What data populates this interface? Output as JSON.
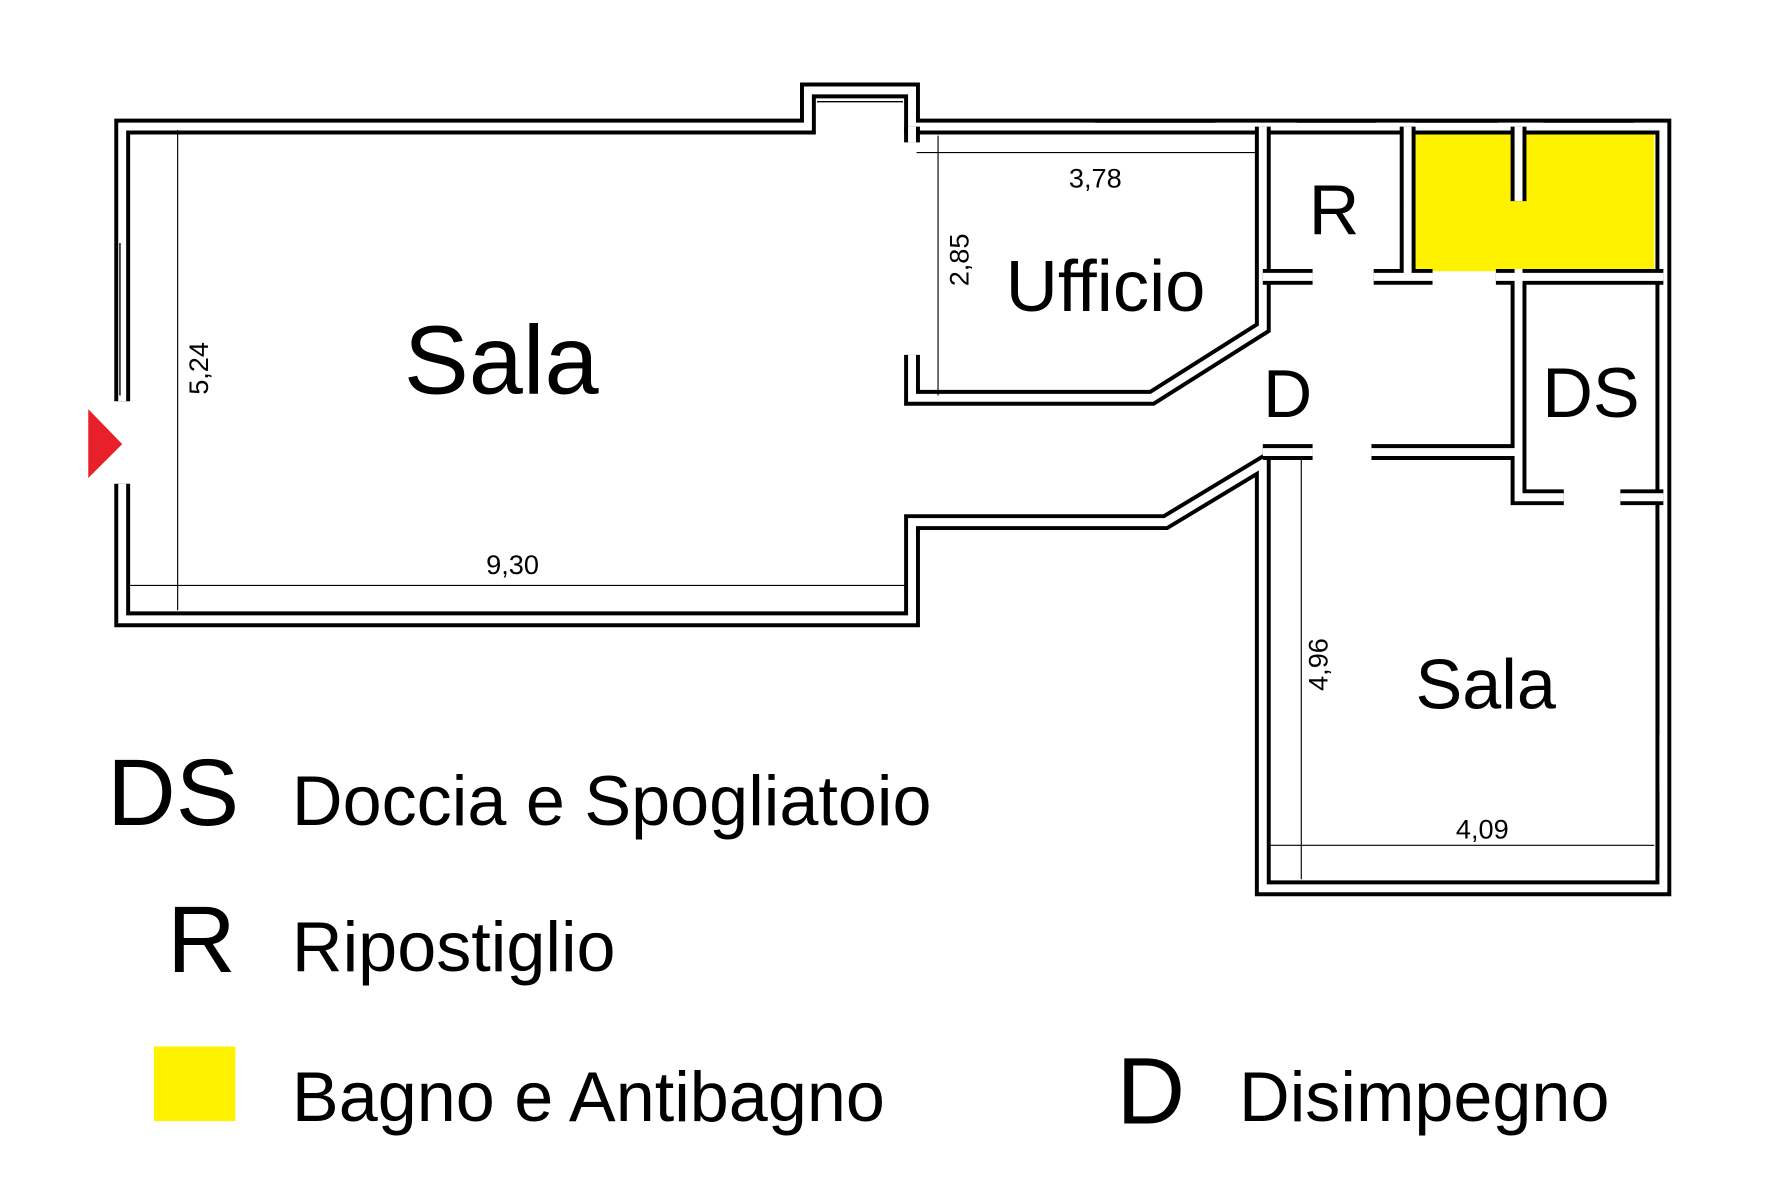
{
  "colors": {
    "bathroom": "#FFF200",
    "entrance_arrow": "#E8202A",
    "walls": "#000000"
  },
  "rooms": {
    "sala_main": "Sala",
    "ufficio": "Ufficio",
    "ripostiglio": "R",
    "disimpegno": "D",
    "doccia_spogliatoio": "DS",
    "sala_secondary": "Sala"
  },
  "dimensions": {
    "sala_main_depth": "5,24",
    "sala_main_width": "9,30",
    "ufficio_width": "3,78",
    "ufficio_depth": "2,85",
    "sala_secondary_depth": "4,96",
    "sala_secondary_width": "4,09"
  },
  "legend": [
    {
      "symbol": "DS",
      "label": "Doccia e Spogliatoio"
    },
    {
      "symbol": "R",
      "label": "Ripostiglio"
    },
    {
      "symbol": "yellow-swatch",
      "label": "Bagno e Antibagno"
    },
    {
      "symbol": "D",
      "label": "Disimpegno"
    }
  ]
}
